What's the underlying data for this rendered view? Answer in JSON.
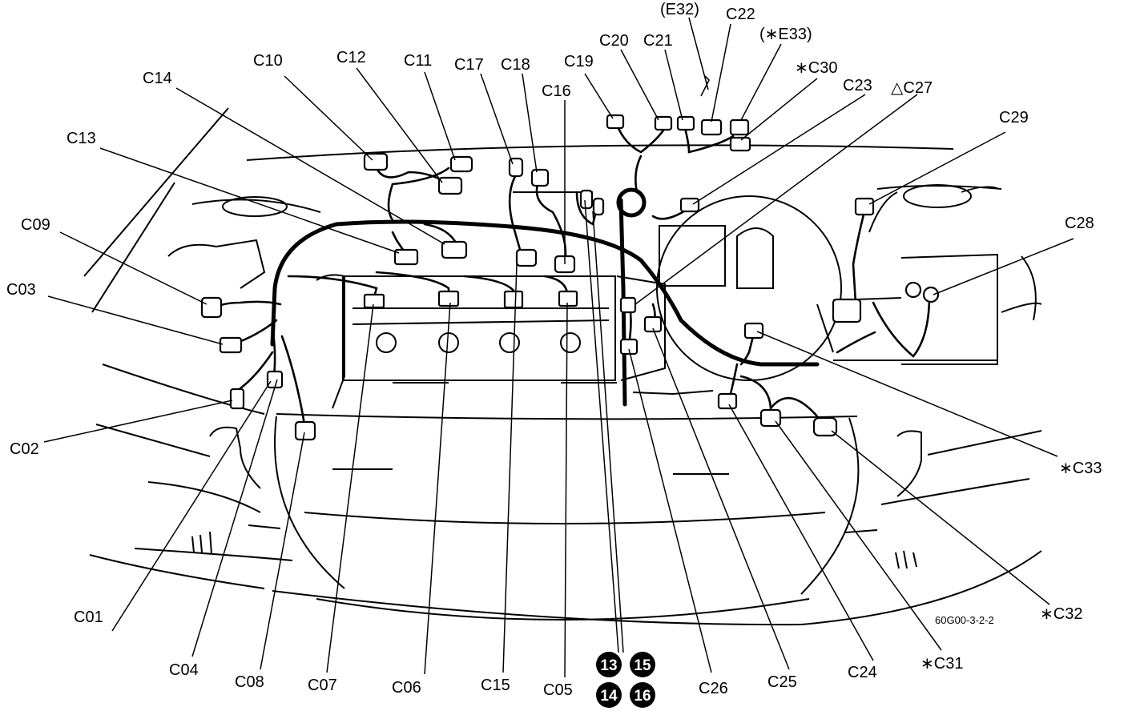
{
  "figure_code": "60G00-3-2-2",
  "connectors": [
    {
      "id": "C01"
    },
    {
      "id": "C02"
    },
    {
      "id": "C03"
    },
    {
      "id": "C04"
    },
    {
      "id": "C05"
    },
    {
      "id": "C06"
    },
    {
      "id": "C07"
    },
    {
      "id": "C08"
    },
    {
      "id": "C09"
    },
    {
      "id": "C10"
    },
    {
      "id": "C11"
    },
    {
      "id": "C12"
    },
    {
      "id": "C13"
    },
    {
      "id": "C14"
    },
    {
      "id": "C15"
    },
    {
      "id": "C16"
    },
    {
      "id": "C17"
    },
    {
      "id": "C18"
    },
    {
      "id": "C19"
    },
    {
      "id": "C20"
    },
    {
      "id": "C21"
    },
    {
      "id": "C22"
    },
    {
      "id": "C23"
    },
    {
      "id": "C24"
    },
    {
      "id": "C25"
    },
    {
      "id": "C26"
    },
    {
      "id": "(E32)"
    },
    {
      "id": "(∗E33)"
    },
    {
      "id": "∗C30"
    },
    {
      "id": "△C27"
    },
    {
      "id": "C29"
    },
    {
      "id": "C28"
    },
    {
      "id": "∗C33"
    },
    {
      "id": "∗C32"
    },
    {
      "id": "∗C31"
    }
  ],
  "badges": [
    "13",
    "15",
    "14",
    "16"
  ]
}
